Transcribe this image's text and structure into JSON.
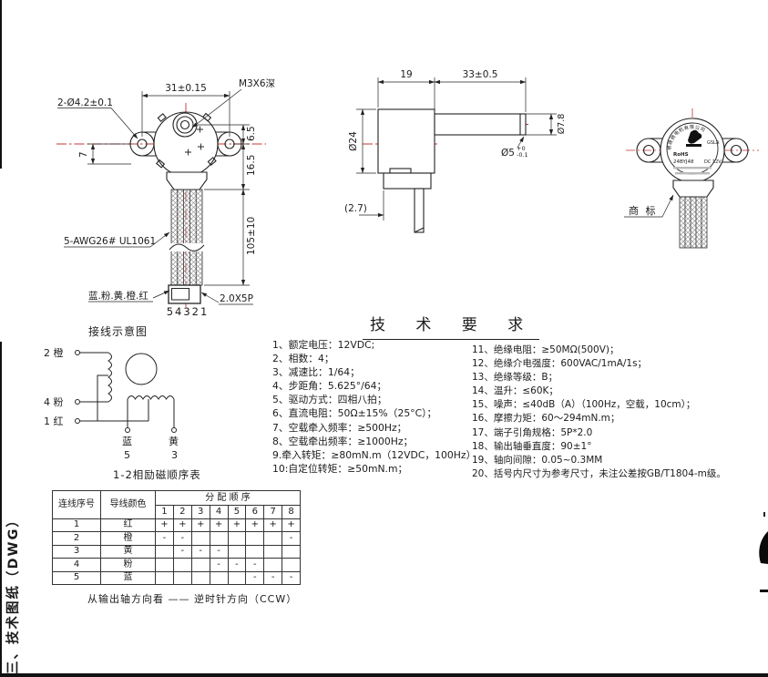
{
  "frame": {
    "side_label": "三、技术图纸（DWG）"
  },
  "front_view": {
    "dim_mount_span": "31±0.15",
    "dim_screw": "M3X6深",
    "dim_holes": "2-Ø4.2±0.1",
    "dim_offset": "7",
    "dim_top": "6.5",
    "dim_mid": "16.5",
    "dim_lead_length": "105±10",
    "lead_spec": "5-AWG26# UL1061",
    "lead_colors": "蓝.粉.黄.橙.红",
    "pin_numbers": "54321",
    "connector_spec": "2.0X5P"
  },
  "side_view": {
    "dim_body_len": "19",
    "dim_shaft_len": "33±0.5",
    "dim_body_dia": "Ø24",
    "dim_boss_dia": "Ø7.8",
    "dim_shaft_dia": "Ø5",
    "dim_shaft_tol_up": "+0",
    "dim_shaft_tol_dn": "-0.1",
    "dim_tab": "(2.7)"
  },
  "back_view": {
    "pointer_label": "商 标",
    "nameplate": {
      "arc_text": "德晟微电机有限公司",
      "model": "24BYJ48",
      "voltage": "DC 12V",
      "cert": "RoHS",
      "brand": "GSLA",
      "cert_color": "#009900"
    }
  },
  "wiring": {
    "title": "接线示意图",
    "left_terminals": [
      "2 橙",
      "4 粉",
      "1 红"
    ],
    "bottom_terminals": [
      {
        "color": "蓝",
        "num": "5"
      },
      {
        "color": "黄",
        "num": "3"
      }
    ]
  },
  "tech": {
    "title": "技 术 要 求",
    "left_items": [
      "1、额定电压：12VDC;",
      "2、相数：4；",
      "3、减速比：1/64；",
      "4、步距角：5.625°/64；",
      "5、驱动方式：四相八拍；",
      "6、直流电阻：50Ω±15%（25°C）；",
      "7、空载牵入频率：≥500Hz；",
      "8、空载牵出频率：≥1000Hz；",
      "9.牵入转矩：≥80mN.m（12VDC，100Hz）",
      "10:自定位转矩：≥50mN.m；"
    ],
    "right_items": [
      "11、绝缘电阻：≥50MΩ(500V)；",
      "12、绝缘介电强度：600VAC/1mA/1s；",
      "13、绝缘等级：B；",
      "14、温升：≤60K；",
      "15、噪声：≤40dB（A）（100Hz，空载，10cm）；",
      "16、摩擦力矩：60～294mN.m；",
      "17、端子引角规格：5P*2.0",
      "18、输出轴垂直度：90±1°",
      "19、轴向间隙：0.05~0.3MM",
      "20、括号内尺寸为参考尺寸，未注公差按GB/T1804-m级。"
    ]
  },
  "sequence_table": {
    "caption": "1-2相励磁顺序表",
    "header_wire_no": "连线序号",
    "header_wire_color": "导线颜色",
    "header_sequence": "分 配 顺 序",
    "steps": [
      "1",
      "2",
      "3",
      "4",
      "5",
      "6",
      "7",
      "8"
    ],
    "rows": [
      {
        "no": "1",
        "color": "红",
        "marks": [
          "+",
          "+",
          "+",
          "+",
          "+",
          "+",
          "+",
          "+"
        ]
      },
      {
        "no": "2",
        "color": "橙",
        "marks": [
          "-",
          "-",
          "",
          "",
          "",
          "",
          "",
          "-"
        ]
      },
      {
        "no": "3",
        "color": "黄",
        "marks": [
          "",
          "-",
          "-",
          "-",
          "",
          "",
          "",
          ""
        ]
      },
      {
        "no": "4",
        "color": "粉",
        "marks": [
          "",
          "",
          "",
          "-",
          "-",
          "-",
          "",
          ""
        ]
      },
      {
        "no": "5",
        "color": "蓝",
        "marks": [
          "",
          "",
          "",
          "",
          "",
          "-",
          "-",
          "-"
        ]
      }
    ],
    "footer": "从输出轴方向看 —— 逆时针方向（CCW）"
  }
}
